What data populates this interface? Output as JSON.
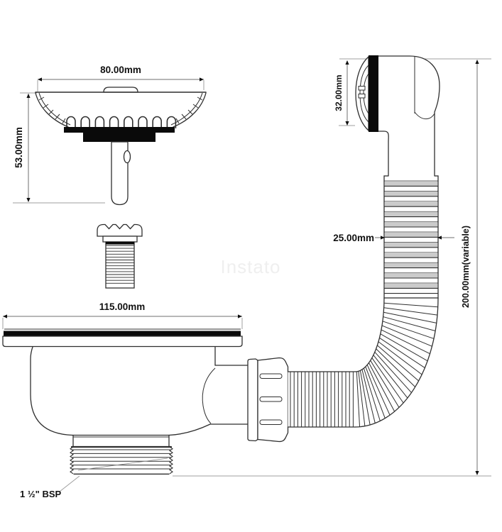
{
  "diagram": {
    "title": "sink-waste-and-overflow-technical-drawing",
    "watermark": "Instato",
    "labels": {
      "strainer_width": "80.00mm",
      "strainer_height": "53.00mm",
      "overflow_height": "32.00mm",
      "hose_diameter": "25.00mm",
      "hose_length": "200.00mm(variable)",
      "flange_width": "115.00mm",
      "thread_spec": "1 ½\" BSP"
    },
    "colors": {
      "outline": "#2f2f2f",
      "dimension_line": "#6f6f6f",
      "extension_line": "#9f9f9f",
      "solid_fill": "#0a0a0a",
      "corrugation_shade": "#cbcbcb",
      "watermark": "#efefef",
      "background": "#ffffff"
    }
  }
}
